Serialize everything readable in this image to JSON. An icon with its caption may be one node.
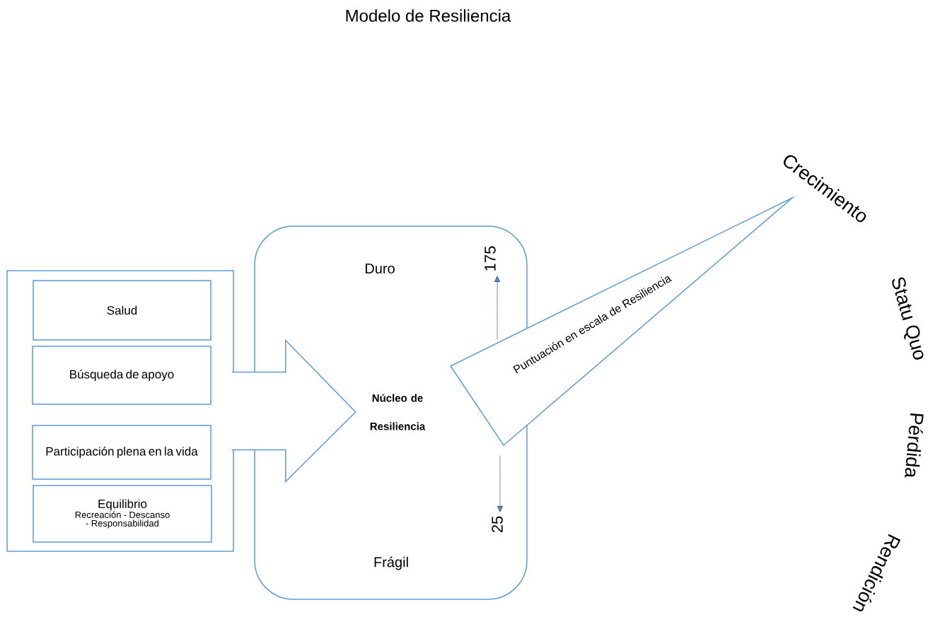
{
  "diagram": {
    "title": "Modelo de Resiliencia",
    "nodes": [
      {
        "text": [],
        "shape": "box"
      },
      {
        "text": [
          "Salud"
        ],
        "in": 0
      },
      {
        "text": [
          "Búsqueda de apoyo"
        ],
        "in": 0
      },
      {
        "text": [
          "Participación plena en la vida"
        ],
        "in": 0
      },
      {
        "text": [
          "Equilibrio",
          "Recreación - Descanso - Responsabilidad"
        ],
        "in": 0
      },
      {
        "text": [
          "Duro",
          "Frágil"
        ]
      },
      {
        "text": [
          "Núcleo de Resiliencia"
        ],
        "in": 5
      },
      {
        "text": [
          "Puntuación en escala de Resiliencia"
        ]
      }
    ],
    "edges": [
      {
        "from": 0,
        "to": 6,
        "arrow": "to"
      }
    ],
    "labels": [
      "175",
      "25",
      "Crecimiento",
      "Statu Quo",
      "Pérdida",
      "Rendición"
    ]
  }
}
